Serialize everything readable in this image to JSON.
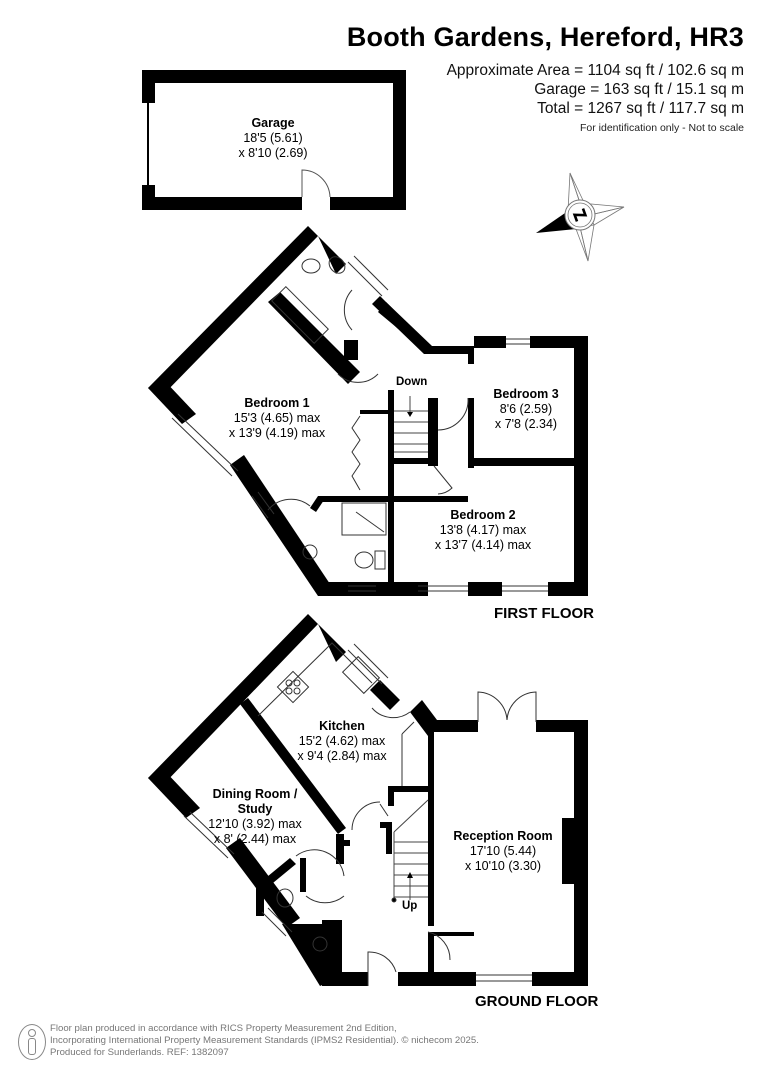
{
  "header": {
    "title": "Booth Gardens, Hereford, HR3",
    "approx_area": "Approximate Area = 1104 sq ft / 102.6 sq m",
    "garage_area": "Garage = 163 sq ft / 15.1 sq m",
    "total_area": "Total = 1267 sq ft / 117.7 sq m",
    "disclaimer": "For identification only - Not to scale"
  },
  "compass": {
    "icon": "compass-north-icon",
    "label": "N"
  },
  "garage": {
    "name": "Garage",
    "dim1": "18'5 (5.61)",
    "dim2": "x 8'10 (2.69)"
  },
  "first_floor": {
    "label": "FIRST FLOOR",
    "stairs_label": "Down",
    "rooms": [
      {
        "name": "Bedroom 1",
        "dim1": "15'3 (4.65) max",
        "dim2": "x 13'9 (4.19) max"
      },
      {
        "name": "Bedroom 3",
        "dim1": "8'6 (2.59)",
        "dim2": "x 7'8 (2.34)"
      },
      {
        "name": "Bedroom 2",
        "dim1": "13'8 (4.17) max",
        "dim2": "x 13'7 (4.14) max"
      }
    ]
  },
  "ground_floor": {
    "label": "GROUND FLOOR",
    "stairs_label": "Up",
    "rooms": [
      {
        "name": "Kitchen",
        "dim1": "15'2 (4.62) max",
        "dim2": "x 9'4 (2.84) max"
      },
      {
        "name": "Dining Room /",
        "name2": "Study",
        "dim1": "12'10 (3.92) max",
        "dim2": "x 8' (2.44) max"
      },
      {
        "name": "Reception Room",
        "dim1": "17'10 (5.44)",
        "dim2": "x 10'10 (3.30)"
      }
    ]
  },
  "footer": {
    "icon": "person-info-icon",
    "line1": "Floor plan produced in accordance with RICS Property Measurement 2nd Edition,",
    "line2": "Incorporating International Property Measurement Standards (IPMS2 Residential).   © nichecom 2025.",
    "line3": "Produced for Sunderlands.   REF:  1382097"
  }
}
